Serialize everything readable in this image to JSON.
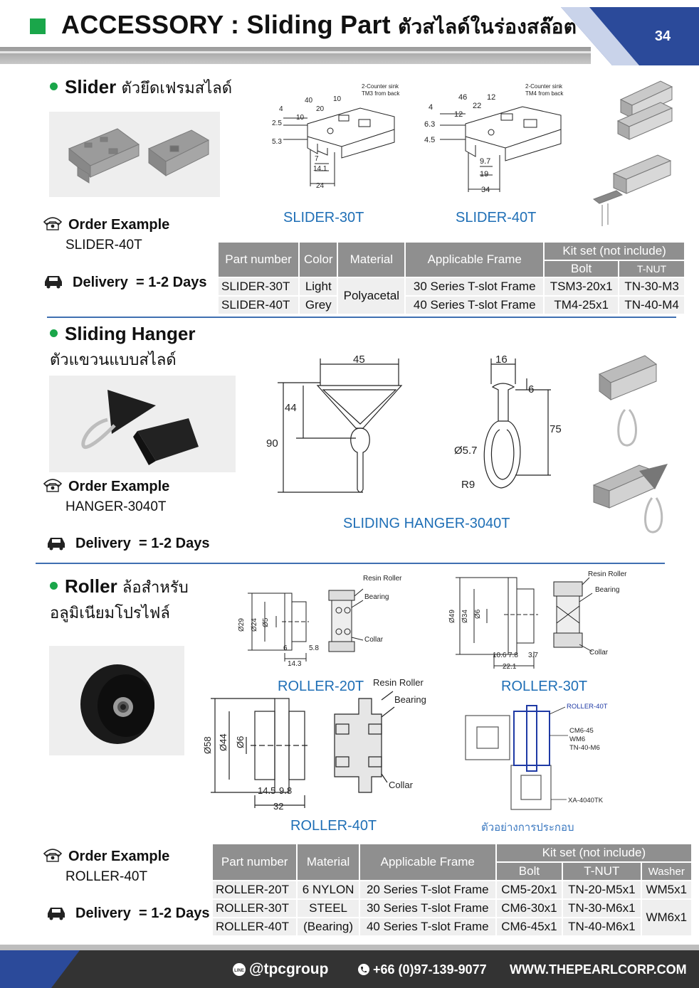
{
  "header": {
    "title": "ACCESSORY : Sliding Part",
    "title_thai": "ตัวสไลด์ในร่องสล๊อต",
    "page_number": "34"
  },
  "slider": {
    "title": "Slider",
    "title_thai": "ตัวยึดเฟรมสไลด์",
    "order_label": "Order Example",
    "order_value": "SLIDER-40T",
    "delivery_label": "Delivery",
    "delivery_value": "= 1-2 Days",
    "caption_1": "SLIDER-30T",
    "caption_2": "SLIDER-40T",
    "dims_30": [
      "40",
      "20",
      "10",
      "10",
      "4",
      "2.5",
      "5.3",
      "7",
      "14.1",
      "24",
      "2-Counter sink",
      "TM3 from back"
    ],
    "dims_40": [
      "46",
      "22",
      "12",
      "12",
      "4",
      "6.3",
      "4.5",
      "9.7",
      "19",
      "34",
      "2-Counter sink",
      "TM4 from back"
    ],
    "table": {
      "headers": [
        "Part number",
        "Color",
        "Material",
        "Applicable Frame",
        "Kit set (not include)",
        "Bolt",
        "T-NUT"
      ],
      "rows": [
        [
          "SLIDER-30T",
          "Light",
          "30 Series T-slot Frame",
          "TSM3-20x1",
          "TN-30-M3"
        ],
        [
          "SLIDER-40T",
          "Grey",
          "40 Series T-slot Frame",
          "TM4-25x1",
          "TN-40-M4"
        ]
      ],
      "material": "Polyacetal"
    }
  },
  "hanger": {
    "title": "Sliding Hanger",
    "title_thai": "ตัวแขวนแบบสไลด์",
    "order_label": "Order Example",
    "order_value": "HANGER-3040T",
    "delivery_label": "Delivery",
    "delivery_value": "= 1-2 Days",
    "caption": "SLIDING HANGER-3040T",
    "dims": [
      "45",
      "44",
      "90",
      "16",
      "6",
      "75",
      "Ø5.7",
      "R9"
    ]
  },
  "roller": {
    "title": "Roller",
    "title_thai_1": "ล้อสำหรับ",
    "title_thai_2": "อลูมิเนียมโปรไฟล์",
    "order_label": "Order Example",
    "order_value": "ROLLER-40T",
    "delivery_label": "Delivery",
    "delivery_value": "= 1-2 Days",
    "caption_20": "ROLLER-20T",
    "caption_30": "ROLLER-30T",
    "caption_40": "ROLLER-40T",
    "caption_example": "ตัวอย่างการประกอบ",
    "dims_20": [
      "Ø29",
      "Ø24",
      "Ø5",
      "6",
      "5.8",
      "14.3",
      "Resin Roller",
      "Bearing",
      "Collar"
    ],
    "dims_30": [
      "Ø49",
      "Ø34",
      "Ø6",
      "10.6",
      "7.8",
      "3.7",
      "22.1",
      "Resin Roller",
      "Bearing",
      "Collar"
    ],
    "dims_40": [
      "Ø58",
      "Ø44",
      "Ø6",
      "14.5",
      "9.8",
      "32",
      "Resin Roller",
      "Bearing",
      "Collar"
    ],
    "assembly_labels": [
      "ROLLER-40T",
      "CM6-45",
      "WM6",
      "TN-40-M6",
      "XA-4040TK"
    ],
    "table": {
      "headers": [
        "Part number",
        "Material",
        "Applicable Frame",
        "Kit set (not include)",
        "Bolt",
        "T-NUT",
        "Washer"
      ],
      "rows": [
        [
          "ROLLER-20T",
          "6 NYLON",
          "20 Series T-slot Frame",
          "CM5-20x1",
          "TN-20-M5x1",
          "WM5x1"
        ],
        [
          "ROLLER-30T",
          "STEEL",
          "30 Series T-slot Frame",
          "CM6-30x1",
          "TN-30-M6x1"
        ],
        [
          "ROLLER-40T",
          "(Bearing)",
          "40 Series T-slot Frame",
          "CM6-45x1",
          "TN-40-M6x1"
        ]
      ],
      "washer_merged": "WM6x1"
    }
  },
  "footer": {
    "social": "@tpcgroup",
    "phone": "+66 (0)97-139-9077",
    "website": "WWW.THEPEARLCORP.COM",
    "line_icon_text": "LINE"
  },
  "colors": {
    "accent_green": "#1aa64a",
    "caption_blue": "#1f6fb6",
    "navy": "#2b4a9a",
    "table_header": "#8f8f8f",
    "table_cell": "#efefef"
  }
}
